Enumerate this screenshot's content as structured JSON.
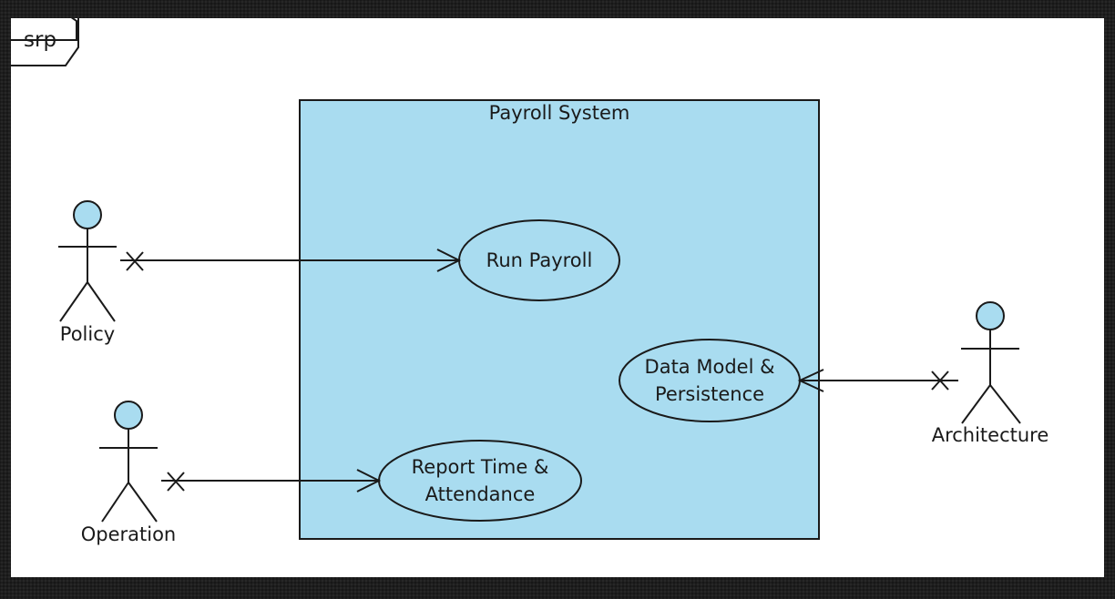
{
  "frame": {
    "label": "srp"
  },
  "system": {
    "label": "Payroll System"
  },
  "use_cases": {
    "run_payroll": "Run Payroll",
    "data_model_line1": "Data Model &",
    "data_model_line2": "Persistence",
    "report_time_line1": "Report Time &",
    "report_time_line2": "Attendance"
  },
  "actors": {
    "policy": "Policy",
    "operation": "Operation",
    "architecture": "Architecture"
  },
  "colors": {
    "system_fill": "#a9dcf0",
    "actor_head_fill": "#a9dcf0",
    "use_case_fill": "#a9dcf0",
    "stroke": "#1a1a1a"
  }
}
